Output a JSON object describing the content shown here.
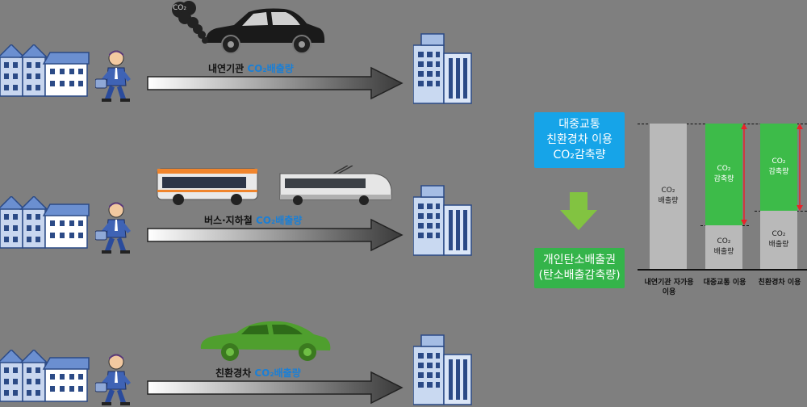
{
  "smoke_label": "CO₂",
  "routes": [
    {
      "label_prefix": "내연기관 ",
      "label_co2": "CO₂배출량"
    },
    {
      "label_prefix": "버스·지하철 ",
      "label_co2": "CO₂배출량"
    },
    {
      "label_prefix": "친환경차 ",
      "label_co2": "CO₂배출량"
    }
  ],
  "boxes": {
    "blue": [
      "대중교통",
      "친환경차 이용",
      "CO₂감축량"
    ],
    "green": [
      "개인탄소배출권",
      "(탄소배출감축량)"
    ]
  },
  "chart": {
    "bar1": [
      "CO₂",
      "배출량"
    ],
    "bar2_top": [
      "CO₂",
      "감축량"
    ],
    "bar2_bottom": [
      "CO₂",
      "배출량"
    ],
    "bar3_top": [
      "CO₂",
      "감축량"
    ],
    "bar3_bottom": [
      "CO₂",
      "배출량"
    ],
    "labels": [
      [
        "내연기관 자가용",
        "이용"
      ],
      [
        "대중교통 이용"
      ],
      [
        "친환경차 이용"
      ]
    ]
  },
  "colors": {
    "background": "#7f7f7f",
    "blue_box": "#16a4e8",
    "green_box": "#34b44a",
    "bar_gray": "#b9b9b9",
    "bar_green": "#3dbb49",
    "arrow_red": "#e8242a"
  }
}
